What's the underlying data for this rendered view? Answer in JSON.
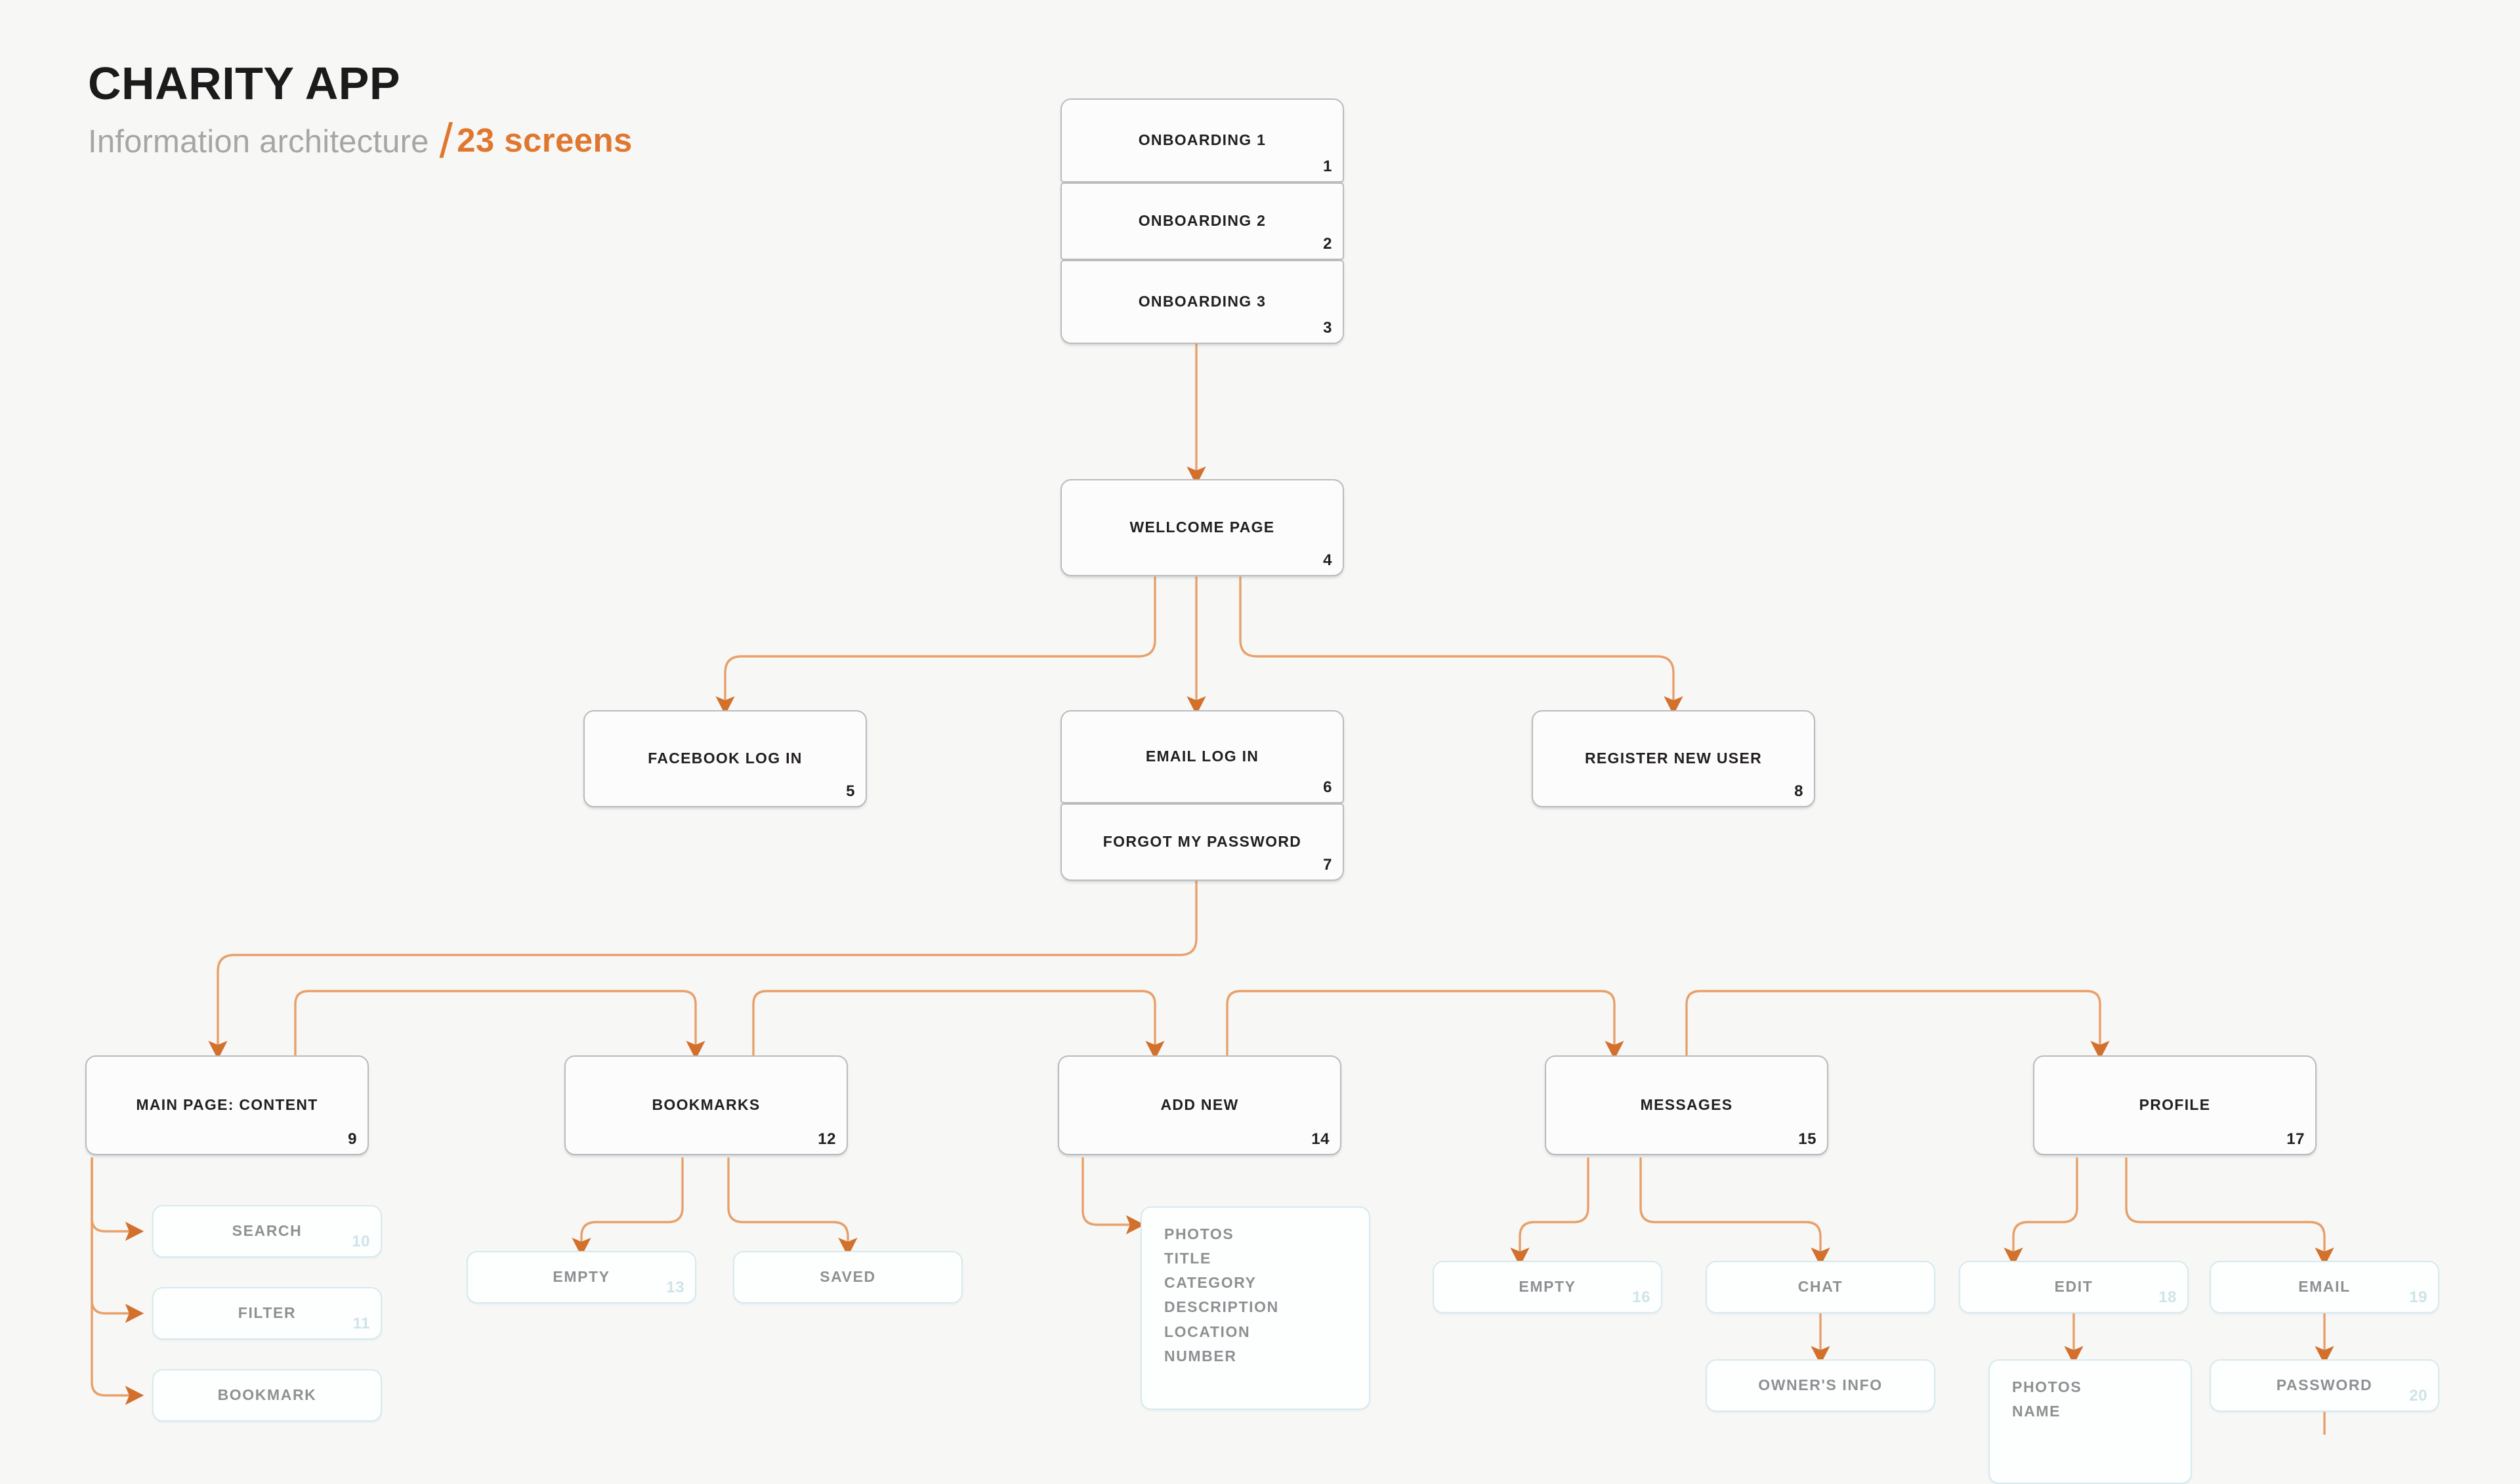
{
  "header": {
    "title": "CHARITY APP",
    "subtitle": "Information architecture",
    "slash": "/",
    "screen_count": "23 screens"
  },
  "colors": {
    "background": "#f7f7f6",
    "accent": "#e0772f",
    "connector": "#e8a06a",
    "primary_border": "#b9bbbc",
    "faded_border": "#d6eaee",
    "primary_text": "#231f20",
    "faded_text": "#8e9193",
    "subtitle_text": "#a6a6a6"
  },
  "nodes": {
    "onboarding_1": {
      "label": "ONBOARDING 1",
      "num": "1"
    },
    "onboarding_2": {
      "label": "ONBOARDING 2",
      "num": "2"
    },
    "onboarding_3": {
      "label": "ONBOARDING 3",
      "num": "3"
    },
    "welcome": {
      "label": "WELLCOME PAGE",
      "num": "4"
    },
    "facebook": {
      "label": "FACEBOOK LOG IN",
      "num": "5"
    },
    "email_login": {
      "label": "EMAIL LOG IN",
      "num": "6"
    },
    "forgot": {
      "label": "FORGOT MY PASSWORD",
      "num": "7"
    },
    "register": {
      "label": "REGISTER NEW USER",
      "num": "8"
    },
    "main_page": {
      "label": "MAIN PAGE: CONTENT",
      "num": "9"
    },
    "search": {
      "label": "SEARCH",
      "num": "10"
    },
    "filter": {
      "label": "FILTER",
      "num": "11"
    },
    "bookmark": {
      "label": "BOOKMARK",
      "num": ""
    },
    "bookmarks": {
      "label": "BOOKMARKS",
      "num": "12"
    },
    "bm_empty": {
      "label": "EMPTY",
      "num": "13"
    },
    "bm_saved": {
      "label": "SAVED",
      "num": ""
    },
    "add_new": {
      "label": "ADD NEW",
      "num": "14"
    },
    "messages": {
      "label": "MESSAGES",
      "num": "15"
    },
    "msg_empty": {
      "label": "EMPTY",
      "num": "16"
    },
    "chat": {
      "label": "CHAT",
      "num": ""
    },
    "owners_info": {
      "label": "OWNER'S INFO",
      "num": ""
    },
    "profile": {
      "label": "PROFILE",
      "num": "17"
    },
    "edit": {
      "label": "EDIT",
      "num": "18"
    },
    "email": {
      "label": "EMAIL",
      "num": "19"
    },
    "password": {
      "label": "PASSWORD",
      "num": "20"
    }
  },
  "lists": {
    "add_new_fields": [
      "PHOTOS",
      "TITLE",
      "CATEGORY",
      "DESCRIPTION",
      "LOCATION",
      "NUMBER"
    ],
    "edit_fields": [
      "PHOTOS",
      "NAME"
    ]
  }
}
